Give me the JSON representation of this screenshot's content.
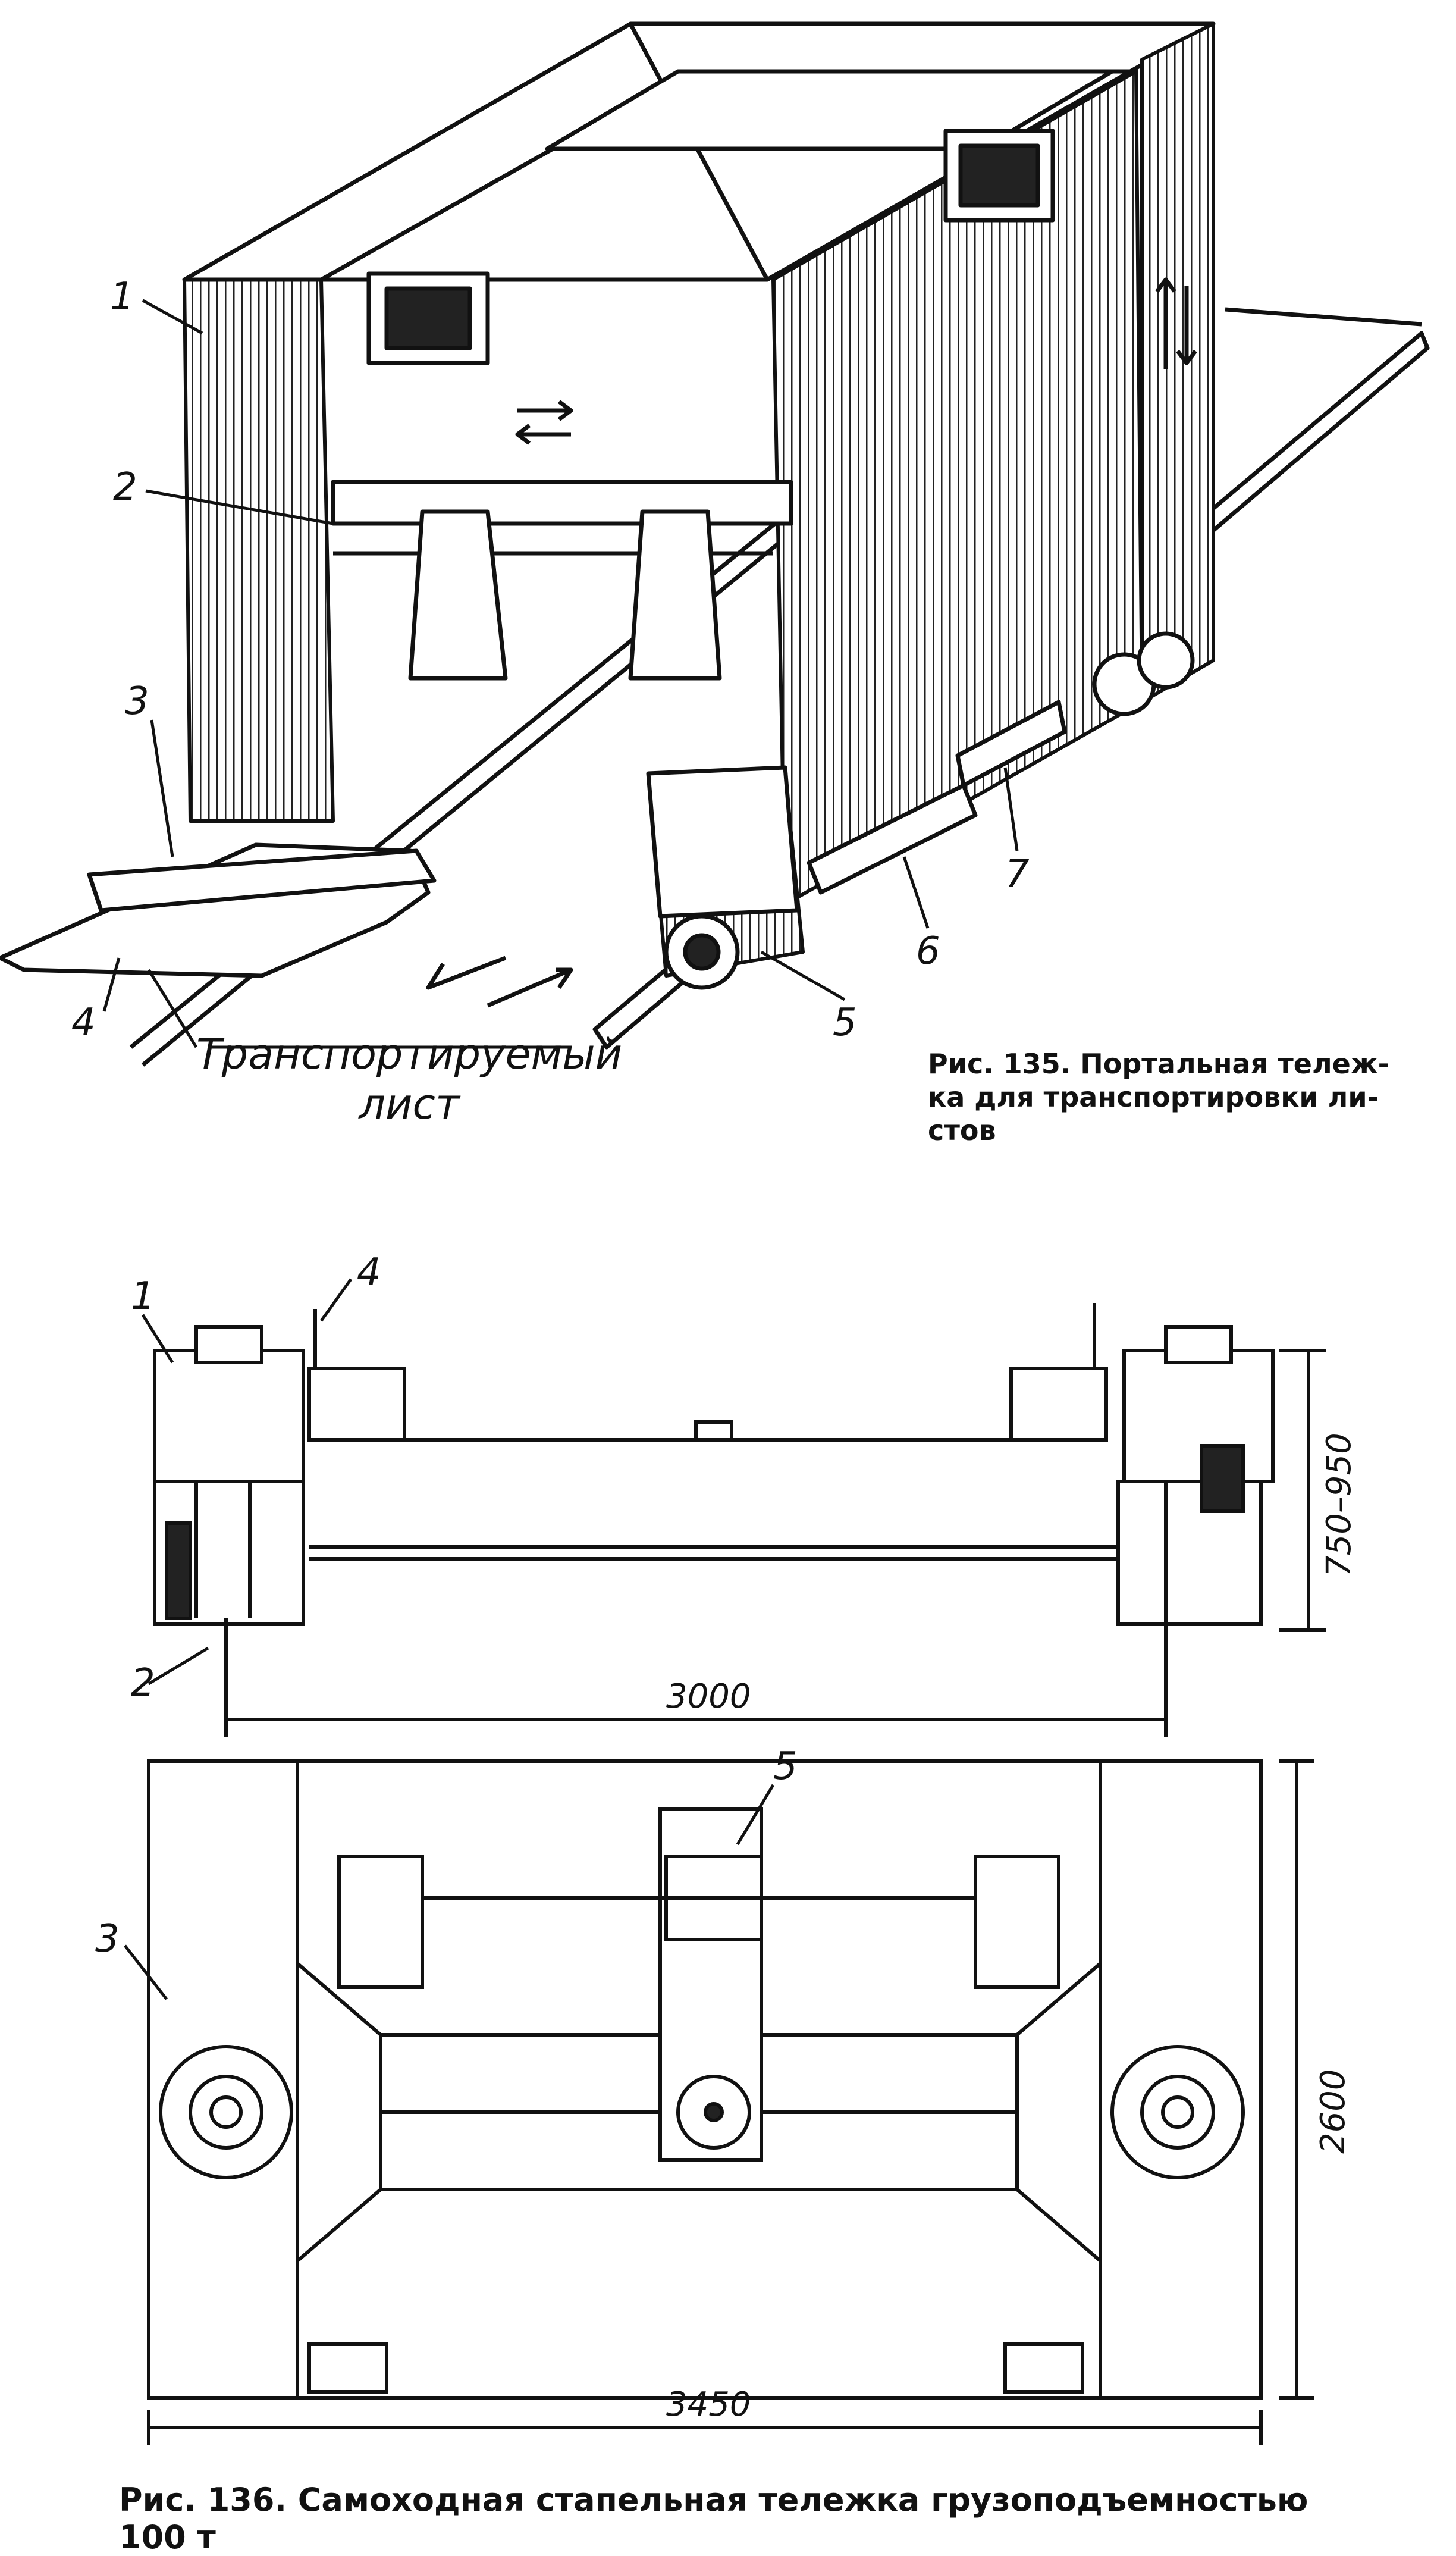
{
  "figure135": {
    "caption": "Рис. 135. Портальная тележ-ка для транспортировки ли-стов",
    "labels": [
      "1",
      "2",
      "3",
      "4",
      "5",
      "6",
      "7"
    ],
    "note_line1": "Транспортируемый",
    "note_line2": "лист"
  },
  "figure136": {
    "caption": "Рис. 136. Самоходная стапельная тележка грузоподъемностью 100 т",
    "labels_top": [
      "1",
      "4",
      "2"
    ],
    "labels_bottom": [
      "5",
      "3"
    ],
    "dimensions": {
      "height_top": "750–950",
      "width_top": "3000",
      "width_bottom": "3450",
      "height_bottom": "2600"
    }
  }
}
